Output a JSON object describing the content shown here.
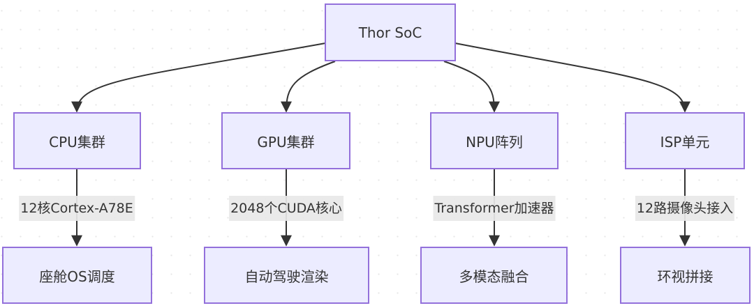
{
  "diagram": {
    "type": "flowchart",
    "root": {
      "id": "thor",
      "label": "Thor SoC"
    },
    "branches": [
      {
        "id": "cpu",
        "label": "CPU集群",
        "edge_label": "12核Cortex-A78E",
        "child": {
          "id": "cockpit",
          "label": "座舱OS调度"
        }
      },
      {
        "id": "gpu",
        "label": "GPU集群",
        "edge_label": "2048个CUDA核心",
        "child": {
          "id": "render",
          "label": "自动驾驶渲染"
        }
      },
      {
        "id": "npu",
        "label": "NPU阵列",
        "edge_label": "Transformer加速器",
        "child": {
          "id": "fusion",
          "label": "多模态融合"
        }
      },
      {
        "id": "isp",
        "label": "ISP单元",
        "edge_label": "12路摄像头接入",
        "child": {
          "id": "stitch",
          "label": "环视拼接"
        }
      }
    ],
    "colors": {
      "node_fill": "#ececff",
      "node_border": "#9370db",
      "edge": "#333333",
      "edge_label_bg": "#e8e8e8"
    }
  }
}
